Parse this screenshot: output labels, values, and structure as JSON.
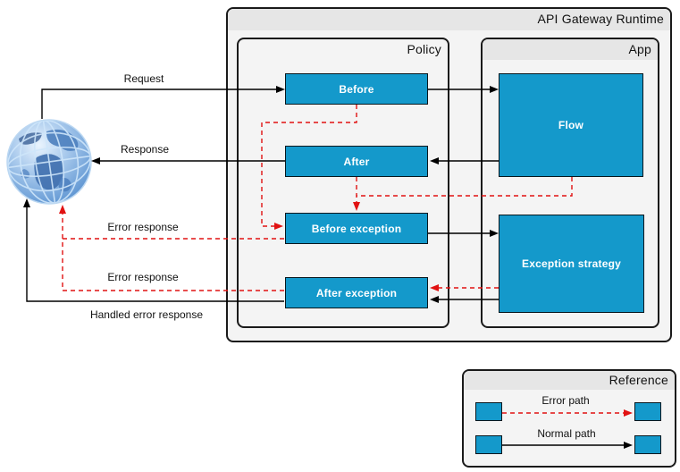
{
  "diagram": {
    "outer_title": "API Gateway Runtime",
    "policy_title": "Policy",
    "app_title": "App",
    "nodes": {
      "before": "Before",
      "after": "After",
      "before_exception": "Before exception",
      "after_exception": "After exception",
      "flow": "Flow",
      "exception_strategy": "Exception strategy"
    },
    "edge_labels": {
      "request": "Request",
      "response": "Response",
      "error_response_top": "Error response",
      "error_response_bottom": "Error response",
      "handled_error_response": "Handled error response"
    },
    "client_icon": "globe-icon"
  },
  "legend": {
    "title": "Reference",
    "items": [
      {
        "label": "Error path",
        "style": "error"
      },
      {
        "label": "Normal path",
        "style": "normal"
      }
    ]
  },
  "colors": {
    "node_fill": "#1499CB",
    "error_path": "#E11212",
    "normal_path": "#000000",
    "panel_fill": "#F4F4F4",
    "panel_strip": "#E6E6E6"
  }
}
